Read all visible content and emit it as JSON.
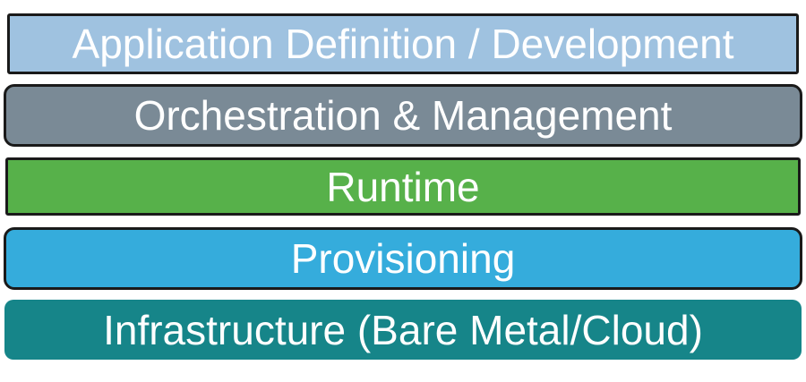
{
  "layers": [
    {
      "label": "Application Definition / Development",
      "color": "#9fc2e0"
    },
    {
      "label": "Orchestration & Management",
      "color": "#7a8a96"
    },
    {
      "label": "Runtime",
      "color": "#57b14a"
    },
    {
      "label": "Provisioning",
      "color": "#35acdc"
    },
    {
      "label": "Infrastructure (Bare Metal/Cloud)",
      "color": "#168589"
    }
  ]
}
